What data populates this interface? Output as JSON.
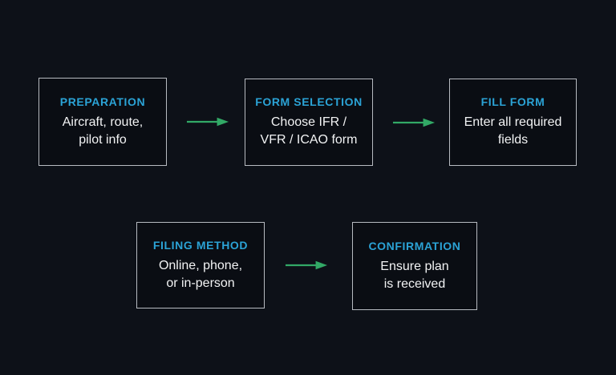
{
  "theme": {
    "bg": "#0d1118",
    "box-bg": "#0a0d13",
    "border": "#b7bbc1",
    "accent": "#2ba3d6",
    "text": "#f2f3f4",
    "arrow": "#32a966"
  },
  "flow": {
    "type": "flowchart",
    "steps": [
      {
        "title": "PREPARATION",
        "line1": "Aircraft, route,",
        "line2": "pilot info"
      },
      {
        "title": "FORM SELECTION",
        "line1": "Choose IFR /",
        "line2": "VFR / ICAO form"
      },
      {
        "title": "FILL FORM",
        "line1": "Enter all required",
        "line2": "fields"
      },
      {
        "title": "FILING METHOD",
        "line1": "Online, phone,",
        "line2": "or in-person"
      },
      {
        "title": "CONFIRMATION",
        "line1": "Ensure plan",
        "line2": "is received"
      }
    ],
    "connections": [
      {
        "from": "PREPARATION",
        "to": "FORM SELECTION"
      },
      {
        "from": "FORM SELECTION",
        "to": "FILL FORM"
      },
      {
        "from": "FILING METHOD",
        "to": "CONFIRMATION"
      }
    ]
  }
}
